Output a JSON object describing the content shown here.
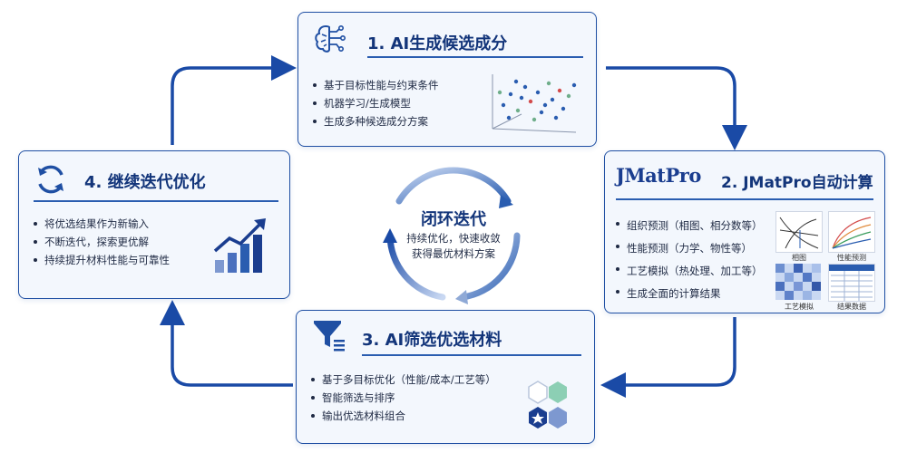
{
  "colors": {
    "primary": "#13357a",
    "accent": "#2a5db0",
    "card_bg": "#f3f7fd",
    "arrow": "#1a4aa6"
  },
  "cards": {
    "generate": {
      "title": "1. AI生成候选成分",
      "icon": "brain-circuit-icon",
      "items": [
        "基于目标性能与约束条件",
        "机器学习/生成模型",
        "生成多种候选成分方案"
      ]
    },
    "compute": {
      "title": "2. JMatPro自动计算",
      "logo": "JMatPro",
      "icon": "jmatpro-logo",
      "items": [
        "组织预测（相图、相分数等）",
        "性能预测（力学、物性等）",
        "工艺模拟（热处理、加工等）",
        "生成全面的计算结果"
      ],
      "figures": [
        "相图",
        "性能预测",
        "工艺模拟",
        "结果数据"
      ]
    },
    "screen": {
      "title": "3. AI筛选优选材料",
      "icon": "funnel-filter-icon",
      "items": [
        "基于多目标优化（性能/成本/工艺等）",
        "智能筛选与排序",
        "输出优选材料组合"
      ]
    },
    "iterate": {
      "title": "4. 继续迭代优化",
      "icon": "refresh-cycle-icon",
      "items": [
        "将优选结果作为新输入",
        "不断迭代，探索更优解",
        "持续提升材料性能与可靠性"
      ]
    }
  },
  "center": {
    "title": "闭环迭代",
    "line1": "持续优化，快速收敛",
    "line2": "获得最优材料方案"
  }
}
